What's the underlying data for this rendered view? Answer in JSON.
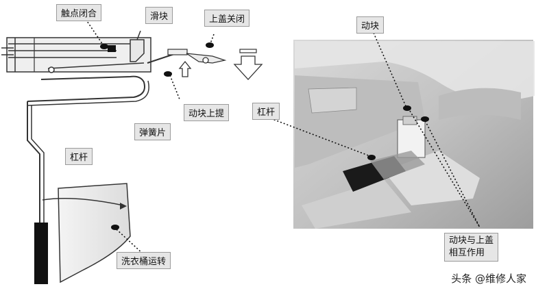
{
  "labels": {
    "contact_closed": "触点闭合",
    "slider": "滑块",
    "lid_closed": "上盖关闭",
    "block_lift": "动块上提",
    "spring_leaf": "弹簧片",
    "lever_left": "杠杆",
    "drum_running": "洗衣桶运转",
    "moving_block": "动块",
    "lever_right": "杠杆",
    "interaction_line1": "动块与上盖",
    "interaction_line2": "相互作用"
  },
  "watermark": {
    "text": "头条 @维修人家"
  }
}
